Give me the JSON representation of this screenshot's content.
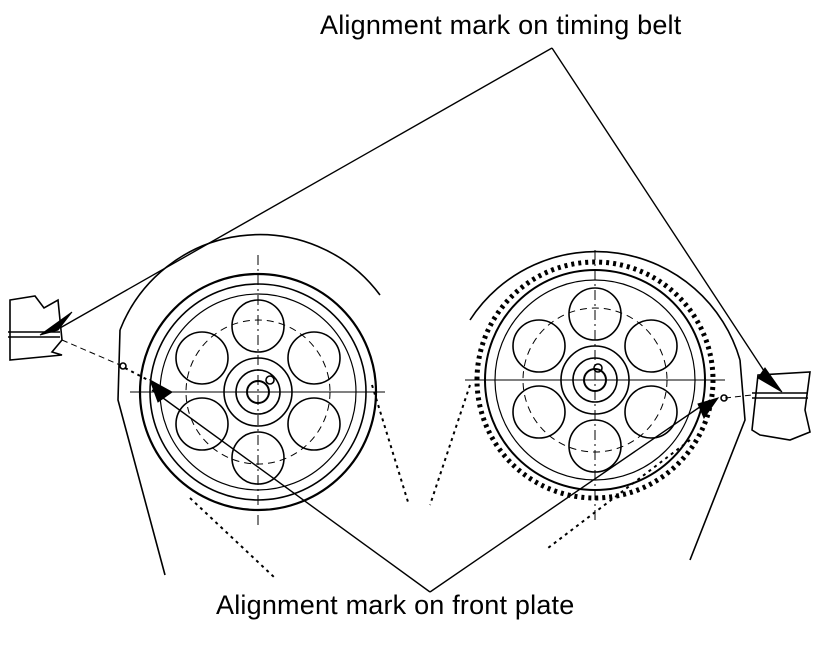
{
  "labels": {
    "timing_belt_mark": "Alignment mark on timing belt",
    "front_plate_mark": "Alignment mark on front plate"
  },
  "colors": {
    "ink": "#000000",
    "paper": "#ffffff"
  },
  "components": {
    "left_sprocket_holes": 6,
    "right_sprocket_holes": 6
  }
}
